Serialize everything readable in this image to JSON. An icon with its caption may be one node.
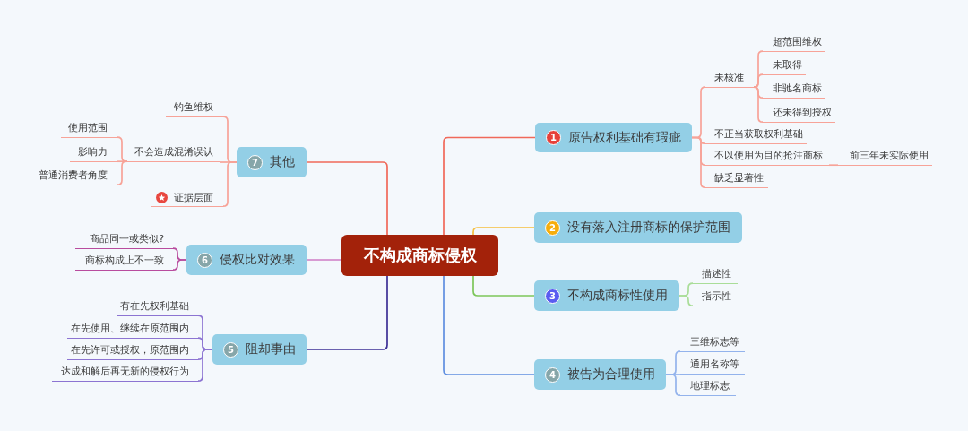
{
  "diagram": {
    "nodes": [
      {
        "text": [
          "不构成商标侵权"
        ]
      },
      {
        "text": [
          "1",
          "原告权利基础有瑕疵"
        ]
      },
      {
        "text": [
          "未核准"
        ]
      },
      {
        "text": [
          "超范围维权"
        ]
      },
      {
        "text": [
          "未取得"
        ]
      },
      {
        "text": [
          "非驰名商标"
        ]
      },
      {
        "text": [
          "还未得到授权"
        ]
      },
      {
        "text": [
          "不正当获取权利基础"
        ]
      },
      {
        "text": [
          "不以使用为目的抢注商标"
        ]
      },
      {
        "text": [
          "前三年未实际使用"
        ]
      },
      {
        "text": [
          "缺乏显著性"
        ]
      },
      {
        "text": [
          "2",
          "没有落入注册商标的保护范围"
        ]
      },
      {
        "text": [
          "3",
          "不构成商标性使用"
        ]
      },
      {
        "text": [
          "描述性"
        ]
      },
      {
        "text": [
          "指示性"
        ]
      },
      {
        "text": [
          "4",
          "被告为合理使用"
        ]
      },
      {
        "text": [
          "三维标志等"
        ]
      },
      {
        "text": [
          "通用名称等"
        ]
      },
      {
        "text": [
          "地理标志"
        ]
      },
      {
        "text": [
          "5",
          "阻却事由"
        ]
      },
      {
        "text": [
          "有在先权利基础"
        ]
      },
      {
        "text": [
          "在先使用、继续在原范围内"
        ]
      },
      {
        "text": [
          "在先许可或授权，原范围内"
        ]
      },
      {
        "text": [
          "达成和解后再无新的侵权行为"
        ]
      },
      {
        "text": [
          "6",
          "侵权比对效果"
        ]
      },
      {
        "text": [
          "商品同一或类似?"
        ]
      },
      {
        "text": [
          "商标构成上不一致"
        ]
      },
      {
        "text": [
          "7",
          "其他"
        ]
      },
      {
        "text": [
          "钓鱼维权"
        ]
      },
      {
        "text": [
          "不会造成混淆误认"
        ]
      },
      {
        "text": [
          "使用范围"
        ]
      },
      {
        "text": [
          "影响力"
        ]
      },
      {
        "text": [
          "普通消费者角度"
        ]
      },
      {
        "text": [
          "证据层面"
        ]
      }
    ],
    "edges": [
      {
        "from": 0,
        "to": 1,
        "arrow": "none",
        "color": "#f0695a"
      },
      {
        "from": 1,
        "to": 2,
        "arrow": "none"
      },
      {
        "from": 2,
        "to": 3,
        "arrow": "none"
      },
      {
        "from": 2,
        "to": 4,
        "arrow": "none"
      },
      {
        "from": 2,
        "to": 5,
        "arrow": "none"
      },
      {
        "from": 2,
        "to": 6,
        "arrow": "none"
      },
      {
        "from": 1,
        "to": 7,
        "arrow": "none"
      },
      {
        "from": 1,
        "to": 8,
        "arrow": "none"
      },
      {
        "from": 8,
        "to": 9,
        "arrow": "none"
      },
      {
        "from": 1,
        "to": 10,
        "arrow": "none"
      },
      {
        "from": 0,
        "to": 11,
        "arrow": "none",
        "color": "#f5be3c"
      },
      {
        "from": 0,
        "to": 12,
        "arrow": "none",
        "color": "#7cc65a"
      },
      {
        "from": 12,
        "to": 13,
        "arrow": "none",
        "color": "#a9dd98"
      },
      {
        "from": 12,
        "to": 14,
        "arrow": "none",
        "color": "#a9dd98"
      },
      {
        "from": 0,
        "to": 15,
        "arrow": "none",
        "color": "#5f8fe0"
      },
      {
        "from": 15,
        "to": 16,
        "arrow": "none",
        "color": "#93b3ec"
      },
      {
        "from": 15,
        "to": 17,
        "arrow": "none",
        "color": "#93b3ec"
      },
      {
        "from": 15,
        "to": 18,
        "arrow": "none",
        "color": "#93b3ec"
      },
      {
        "from": 0,
        "to": 19,
        "arrow": "none",
        "color": "#3c2f95"
      },
      {
        "from": 19,
        "to": 20,
        "arrow": "none",
        "color": "#8c74d2"
      },
      {
        "from": 19,
        "to": 21,
        "arrow": "none",
        "color": "#8c74d2"
      },
      {
        "from": 19,
        "to": 22,
        "arrow": "none",
        "color": "#8c74d2"
      },
      {
        "from": 19,
        "to": 23,
        "arrow": "none",
        "color": "#8c74d2"
      },
      {
        "from": 0,
        "to": 24,
        "arrow": "none",
        "color": "#cf7cc6"
      },
      {
        "from": 24,
        "to": 25,
        "arrow": "none",
        "color": "#b84c9e"
      },
      {
        "from": 24,
        "to": 26,
        "arrow": "none",
        "color": "#b84c9e"
      },
      {
        "from": 0,
        "to": 27,
        "arrow": "none",
        "color": "#f0695a"
      },
      {
        "from": 27,
        "to": 28,
        "arrow": "none"
      },
      {
        "from": 27,
        "to": 29,
        "arrow": "none"
      },
      {
        "from": 29,
        "to": 30,
        "arrow": "none"
      },
      {
        "from": 29,
        "to": 31,
        "arrow": "none"
      },
      {
        "from": 29,
        "to": 32,
        "arrow": "none"
      },
      {
        "from": 27,
        "to": 33,
        "arrow": "none"
      }
    ]
  }
}
